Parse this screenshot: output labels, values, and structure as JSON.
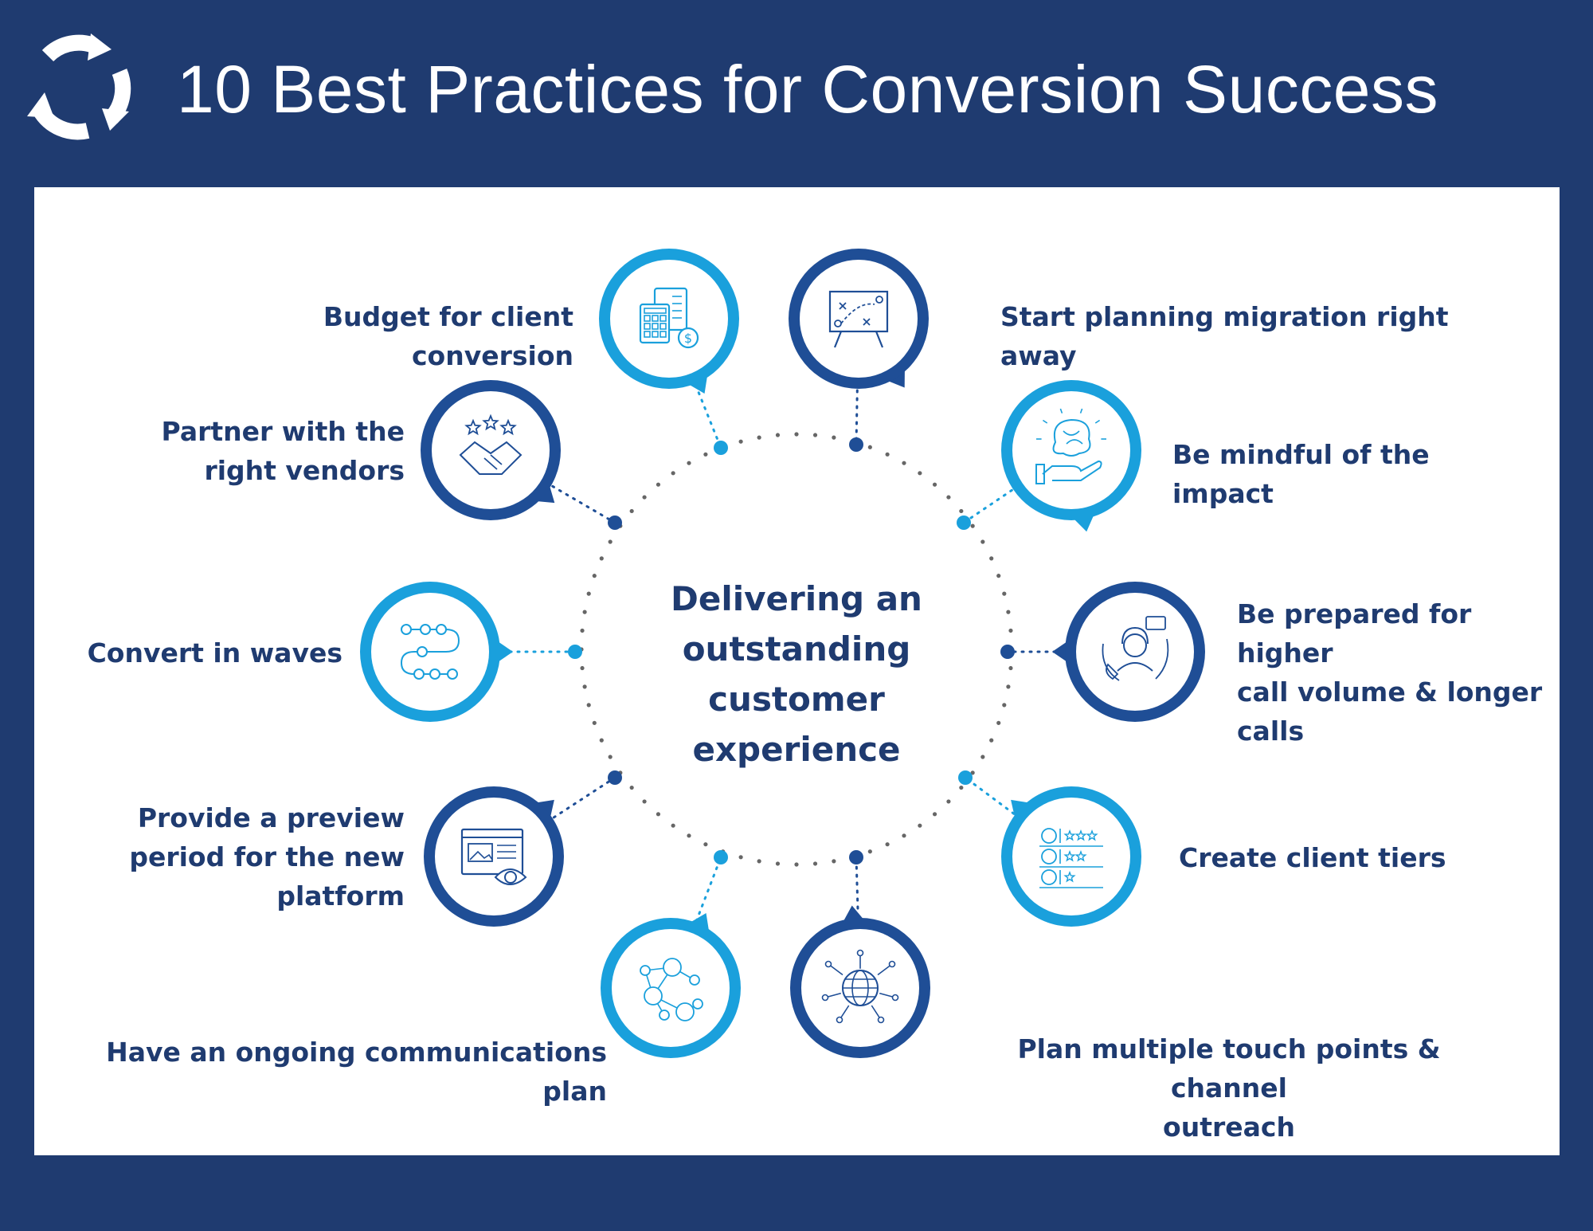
{
  "header": {
    "title": "10 Best Practices for Conversion Success",
    "logo_icon": "refresh-arrows-icon"
  },
  "center": {
    "lines": [
      "Delivering an",
      "outstanding customer",
      "experience"
    ]
  },
  "colors": {
    "background": "#1f3b70",
    "panel": "#ffffff",
    "dark_blue": "#1f4e96",
    "light_blue": "#1aa0dc",
    "text": "#1f3b70"
  },
  "practices": [
    {
      "id": "budget",
      "icon": "calculator-invoice-icon",
      "lines": [
        "Budget for client conversion"
      ]
    },
    {
      "id": "planning",
      "icon": "strategy-board-icon",
      "lines": [
        "Start planning migration right away"
      ]
    },
    {
      "id": "vendors",
      "icon": "handshake-stars-icon",
      "lines": [
        "Partner with the",
        "right vendors"
      ]
    },
    {
      "id": "impact",
      "icon": "brain-hand-icon",
      "lines": [
        "Be mindful of the impact"
      ]
    },
    {
      "id": "waves",
      "icon": "workflow-path-icon",
      "lines": [
        "Convert in waves"
      ]
    },
    {
      "id": "calls",
      "icon": "call-agent-icon",
      "lines": [
        "Be prepared for higher",
        "call volume & longer",
        "calls"
      ]
    },
    {
      "id": "preview",
      "icon": "browser-preview-eye-icon",
      "lines": [
        "Provide a preview",
        "period for the new",
        "platform"
      ]
    },
    {
      "id": "tiers",
      "icon": "client-rating-tiers-icon",
      "lines": [
        "Create client tiers"
      ]
    },
    {
      "id": "communications",
      "icon": "people-network-icon",
      "lines": [
        "Have an ongoing communications plan"
      ]
    },
    {
      "id": "touchpoints",
      "icon": "globe-network-icon",
      "lines": [
        "Plan multiple touch points & channel",
        "outreach"
      ]
    }
  ]
}
